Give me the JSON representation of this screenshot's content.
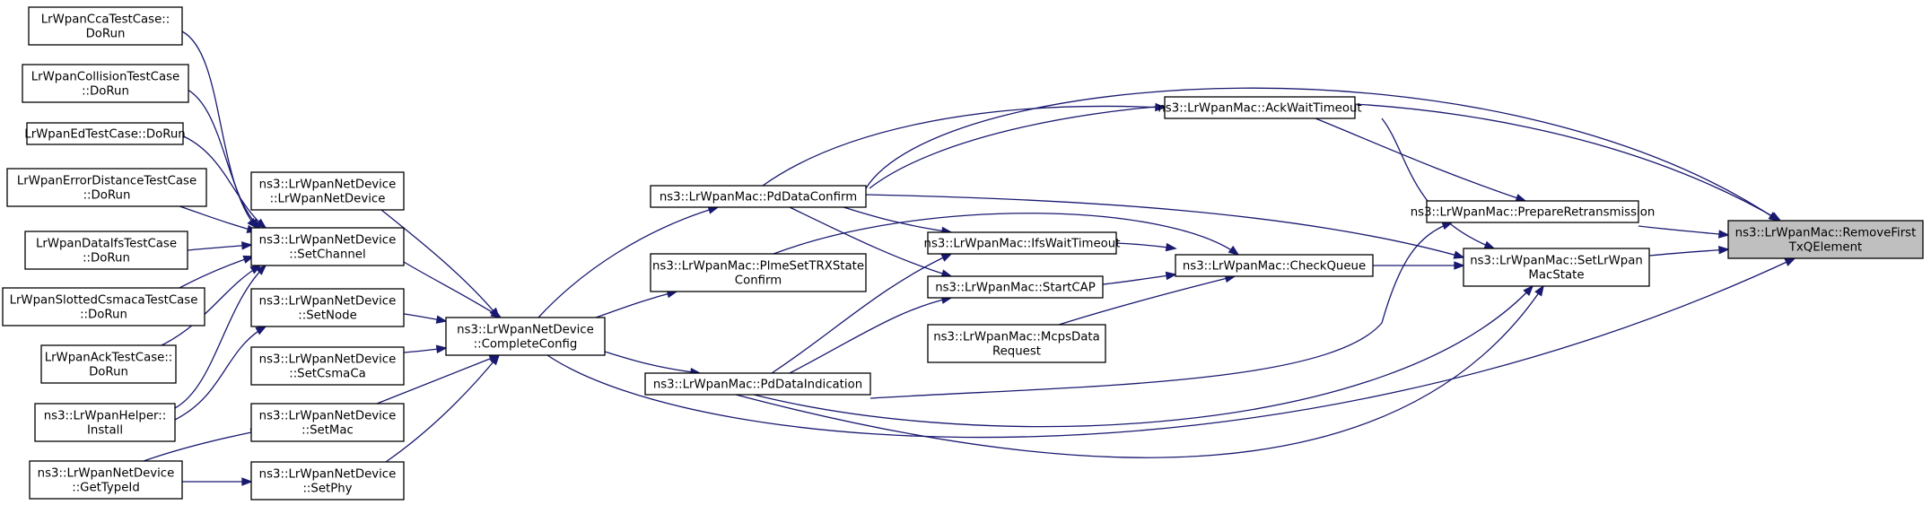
{
  "graph": {
    "title": "",
    "focus_node": "remove_first",
    "nodes": [
      {
        "id": "remove_first",
        "lines": [
          "ns3::LrWpanMac::RemoveFirst",
          "TxQElement"
        ]
      },
      {
        "id": "ack_wait",
        "lines": [
          "ns3::LrWpanMac::AckWaitTimeout"
        ]
      },
      {
        "id": "prepare_retx",
        "lines": [
          "ns3::LrWpanMac::PrepareRetransmission"
        ]
      },
      {
        "id": "set_state",
        "lines": [
          "ns3::LrWpanMac::SetLrWpan",
          "MacState"
        ]
      },
      {
        "id": "check_queue",
        "lines": [
          "ns3::LrWpanMac::CheckQueue"
        ]
      },
      {
        "id": "pd_confirm",
        "lines": [
          "ns3::LrWpanMac::PdDataConfirm"
        ]
      },
      {
        "id": "ifs_wait",
        "lines": [
          "ns3::LrWpanMac::IfsWaitTimeout"
        ]
      },
      {
        "id": "start_cap",
        "lines": [
          "ns3::LrWpanMac::StartCAP"
        ]
      },
      {
        "id": "mcps_req",
        "lines": [
          "ns3::LrWpanMac::McpsData",
          "Request"
        ]
      },
      {
        "id": "plme_set",
        "lines": [
          "ns3::LrWpanMac::PlmeSetTRXState",
          "Confirm"
        ]
      },
      {
        "id": "pd_indication",
        "lines": [
          "ns3::LrWpanMac::PdDataIndication"
        ]
      },
      {
        "id": "complete_config",
        "lines": [
          "ns3::LrWpanNetDevice",
          "::CompleteConfig"
        ]
      },
      {
        "id": "netdev_ctor",
        "lines": [
          "ns3::LrWpanNetDevice",
          "::LrWpanNetDevice"
        ]
      },
      {
        "id": "set_channel",
        "lines": [
          "ns3::LrWpanNetDevice",
          "::SetChannel"
        ]
      },
      {
        "id": "set_node",
        "lines": [
          "ns3::LrWpanNetDevice",
          "::SetNode"
        ]
      },
      {
        "id": "set_csmaca",
        "lines": [
          "ns3::LrWpanNetDevice",
          "::SetCsmaCa"
        ]
      },
      {
        "id": "set_mac",
        "lines": [
          "ns3::LrWpanNetDevice",
          "::SetMac"
        ]
      },
      {
        "id": "set_phy",
        "lines": [
          "ns3::LrWpanNetDevice",
          "::SetPhy"
        ]
      },
      {
        "id": "cca_test",
        "lines": [
          "LrWpanCcaTestCase::",
          "DoRun"
        ]
      },
      {
        "id": "collision_test",
        "lines": [
          "LrWpanCollisionTestCase",
          "::DoRun"
        ]
      },
      {
        "id": "ed_test",
        "lines": [
          "LrWpanEdTestCase::DoRun"
        ]
      },
      {
        "id": "error_dist_test",
        "lines": [
          "LrWpanErrorDistanceTestCase",
          "::DoRun"
        ]
      },
      {
        "id": "ifs_test",
        "lines": [
          "LrWpanDataIfsTestCase",
          "::DoRun"
        ]
      },
      {
        "id": "slotted_test",
        "lines": [
          "LrWpanSlottedCsmacaTestCase",
          "::DoRun"
        ]
      },
      {
        "id": "ack_test",
        "lines": [
          "LrWpanAckTestCase::",
          "DoRun"
        ]
      },
      {
        "id": "helper_install",
        "lines": [
          "ns3::LrWpanHelper::",
          "Install"
        ]
      },
      {
        "id": "get_type_id",
        "lines": [
          "ns3::LrWpanNetDevice",
          "::GetTypeId"
        ]
      }
    ],
    "edges": [
      {
        "from": "ack_wait",
        "to": "remove_first"
      },
      {
        "from": "prepare_retx",
        "to": "remove_first"
      },
      {
        "from": "set_state",
        "to": "remove_first"
      },
      {
        "from": "pd_confirm",
        "to": "remove_first"
      },
      {
        "from": "complete_config",
        "to": "remove_first"
      },
      {
        "from": "ack_wait",
        "to": "prepare_retx"
      },
      {
        "from": "pd_indication",
        "to": "prepare_retx"
      },
      {
        "from": "check_queue",
        "to": "set_state"
      },
      {
        "from": "pd_confirm",
        "to": "set_state"
      },
      {
        "from": "ack_wait",
        "to": "set_state"
      },
      {
        "from": "pd_indication",
        "to": "set_state"
      },
      {
        "from": "complete_config",
        "to": "set_state"
      },
      {
        "from": "plme_set",
        "to": "check_queue"
      },
      {
        "from": "ifs_wait",
        "to": "check_queue"
      },
      {
        "from": "start_cap",
        "to": "check_queue"
      },
      {
        "from": "mcps_req",
        "to": "check_queue"
      },
      {
        "from": "pd_confirm",
        "to": "ack_wait"
      },
      {
        "from": "pd_confirm",
        "to": "ifs_wait"
      },
      {
        "from": "pd_indication",
        "to": "ifs_wait"
      },
      {
        "from": "pd_confirm",
        "to": "start_cap"
      },
      {
        "from": "pd_indication",
        "to": "start_cap"
      },
      {
        "from": "complete_config",
        "to": "pd_confirm"
      },
      {
        "from": "complete_config",
        "to": "plme_set"
      },
      {
        "from": "complete_config",
        "to": "pd_indication"
      },
      {
        "from": "netdev_ctor",
        "to": "complete_config"
      },
      {
        "from": "set_channel",
        "to": "complete_config"
      },
      {
        "from": "set_node",
        "to": "complete_config"
      },
      {
        "from": "set_csmaca",
        "to": "complete_config"
      },
      {
        "from": "set_mac",
        "to": "complete_config"
      },
      {
        "from": "set_phy",
        "to": "complete_config"
      },
      {
        "from": "cca_test",
        "to": "set_channel"
      },
      {
        "from": "collision_test",
        "to": "set_channel"
      },
      {
        "from": "ed_test",
        "to": "set_channel"
      },
      {
        "from": "error_dist_test",
        "to": "set_channel"
      },
      {
        "from": "ifs_test",
        "to": "set_channel"
      },
      {
        "from": "slotted_test",
        "to": "set_channel"
      },
      {
        "from": "ack_test",
        "to": "set_channel"
      },
      {
        "from": "helper_install",
        "to": "set_channel"
      },
      {
        "from": "helper_install",
        "to": "set_node"
      },
      {
        "from": "get_type_id",
        "to": "set_mac"
      },
      {
        "from": "get_type_id",
        "to": "set_phy"
      }
    ],
    "colors": {
      "edge": "#191970",
      "node_border": "#000000",
      "node_fill": "#ffffff",
      "focus_fill": "#bfbfbf",
      "text": "#000000"
    }
  }
}
